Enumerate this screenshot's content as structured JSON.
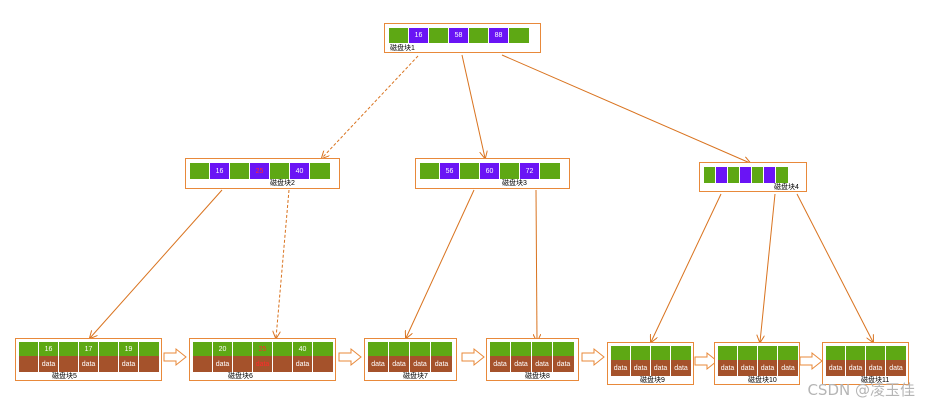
{
  "blocks": {
    "b1": {
      "label": "磁盘块1",
      "keys": [
        "16",
        "58",
        "88"
      ]
    },
    "b2": {
      "label": "磁盘块2",
      "keys": [
        "16",
        "25",
        "40"
      ]
    },
    "b3": {
      "label": "磁盘块3",
      "keys": [
        "56",
        "60",
        "72"
      ]
    },
    "b4": {
      "label": "磁盘块4",
      "keys": [
        "",
        "",
        ""
      ]
    },
    "b5": {
      "label": "磁盘块5",
      "keys": [
        "16",
        "17",
        "19"
      ],
      "data": [
        "data",
        "data",
        "data"
      ]
    },
    "b6": {
      "label": "磁盘块6",
      "keys": [
        "20",
        "25",
        "40"
      ],
      "data": [
        "data",
        "data",
        "data"
      ]
    },
    "b7": {
      "label": "磁盘块7",
      "data": [
        "data",
        "data",
        "data",
        "data"
      ]
    },
    "b8": {
      "label": "磁盘块8",
      "data": [
        "data",
        "data",
        "data",
        "data"
      ]
    },
    "b9": {
      "label": "磁盘块9",
      "data": [
        "data",
        "data",
        "data",
        "data"
      ]
    },
    "b10": {
      "label": "磁盘块10",
      "data": [
        "data",
        "data",
        "data",
        "data"
      ]
    },
    "b11": {
      "label": "磁盘块11",
      "data": [
        "data",
        "data",
        "data",
        "data"
      ]
    }
  },
  "watermark": "CSDN @凌玉佳",
  "colors": {
    "border": "#e8893a",
    "arrow": "#d9731f",
    "key_cell": "#6a14f5",
    "pointer_cell": "#5ea814",
    "data_cell": "#a5522b",
    "highlight_text": "#ff2a2a"
  }
}
